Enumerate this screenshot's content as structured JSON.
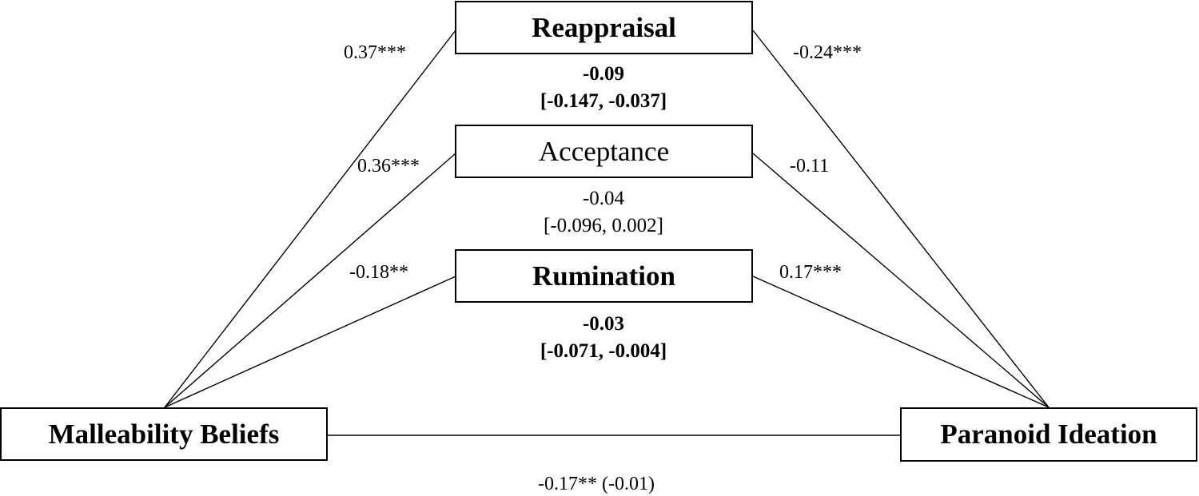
{
  "nodes": {
    "reappraisal": "Reappraisal",
    "acceptance": "Acceptance",
    "rumination": "Rumination",
    "malleability": "Malleability Beliefs",
    "paranoid": "Paranoid Ideation"
  },
  "paths": {
    "a_reappraisal": "0.37***",
    "a_acceptance": "0.36***",
    "a_rumination": "-0.18**",
    "b_reappraisal": "-0.24***",
    "b_acceptance": "-0.11",
    "b_rumination": "0.17***",
    "c_total_direct": "-0.17** (-0.01)"
  },
  "indirect_effects": {
    "reappraisal": {
      "estimate": "-0.09",
      "ci": "[-0.147, -0.037]"
    },
    "acceptance": {
      "estimate": "-0.04",
      "ci": "[-0.096, 0.002]"
    },
    "rumination": {
      "estimate": "-0.03",
      "ci": "[-0.071, -0.004]"
    }
  },
  "colors": {
    "line": "#000000",
    "box_border": "#000000",
    "text": "#000000",
    "background": "#ffffff"
  }
}
